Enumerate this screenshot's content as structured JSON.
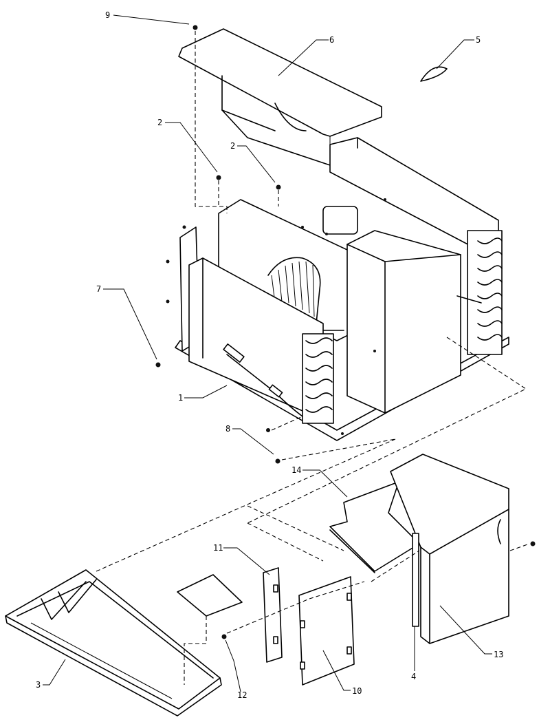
{
  "callouts": [
    {
      "id": "1",
      "text": "1"
    },
    {
      "id": "2a",
      "text": "2"
    },
    {
      "id": "2b",
      "text": "2"
    },
    {
      "id": "3",
      "text": "3"
    },
    {
      "id": "4",
      "text": "4"
    },
    {
      "id": "5",
      "text": "5"
    },
    {
      "id": "6",
      "text": "6"
    },
    {
      "id": "7",
      "text": "7"
    },
    {
      "id": "8",
      "text": "8"
    },
    {
      "id": "9",
      "text": "9"
    },
    {
      "id": "10",
      "text": "10"
    },
    {
      "id": "11",
      "text": "11"
    },
    {
      "id": "12",
      "text": "12"
    },
    {
      "id": "13",
      "text": "13"
    },
    {
      "id": "14",
      "text": "14"
    }
  ]
}
